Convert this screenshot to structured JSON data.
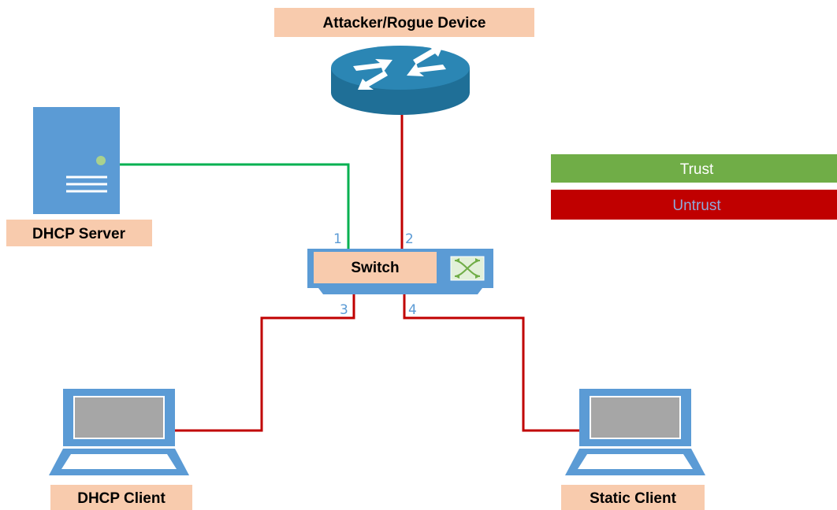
{
  "nodes": {
    "attacker": {
      "label": "Attacker/Rogue Device"
    },
    "dhcp_server": {
      "label": "DHCP Server"
    },
    "switch": {
      "label": "Switch"
    },
    "dhcp_client": {
      "label": "DHCP Client"
    },
    "static_client": {
      "label": "Static Client"
    }
  },
  "ports": {
    "p1": "1",
    "p2": "2",
    "p3": "3",
    "p4": "4"
  },
  "legend": {
    "trust": {
      "label": "Trust",
      "color": "#70ad47",
      "text_color": "#ffffff"
    },
    "untrust": {
      "label": "Untrust",
      "color": "#c00000",
      "text_color": "#8faadc"
    }
  },
  "colors": {
    "trusted_link": "#00b050",
    "untrusted_link": "#c00000",
    "device_blue": "#5b9bd5",
    "label_fill": "#f8cbad",
    "router_blue": "#1f6f97"
  },
  "icons": {
    "attacker": "router-icon",
    "dhcp_server": "server-icon",
    "switch": "switch-icon",
    "dhcp_client": "laptop-icon",
    "static_client": "laptop-icon"
  }
}
